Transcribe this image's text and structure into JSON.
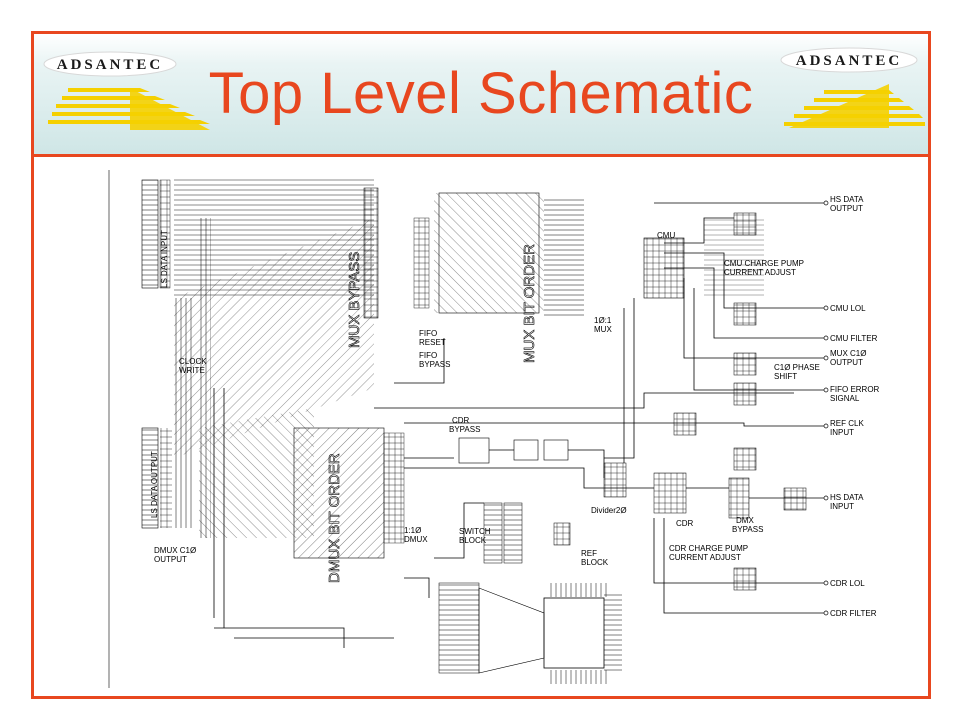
{
  "slide": {
    "title": "Top Level Schematic",
    "logo_text": "ADSANTEC",
    "colors": {
      "accent": "#e8471f",
      "logo_yellow": "#f5d000",
      "header_bg": "#d4e9e9"
    }
  },
  "schematic": {
    "left_labels": [
      {
        "id": "ls-data-input",
        "text": "LS DATA INPUT"
      },
      {
        "id": "clock-write",
        "lines": [
          "CLOCK",
          "WRITE"
        ]
      },
      {
        "id": "ls-data-output",
        "text": "LS DATA OUTPUT"
      },
      {
        "id": "dmux-c10-output",
        "lines": [
          "DMUX C1Ø",
          "OUTPUT"
        ]
      }
    ],
    "block_labels": [
      {
        "id": "mux-bypass",
        "text": "MUX BYPASS"
      },
      {
        "id": "mux-bit-order",
        "text": "MUX BIT ORDER"
      },
      {
        "id": "dmux-bit-order",
        "text": "DMUX BIT ORDER"
      },
      {
        "id": "fifo-reset",
        "lines": [
          "FIFO",
          "RESET"
        ]
      },
      {
        "id": "fifo-bypass",
        "lines": [
          "FIFO",
          "BYPASS"
        ]
      },
      {
        "id": "mux-10-1",
        "lines": [
          "1Ø:1",
          "MUX"
        ]
      },
      {
        "id": "cmu",
        "text": "CMU"
      },
      {
        "id": "cmu-charge-pump",
        "lines": [
          "CMU CHARGE PUMP",
          "CURRENT ADJUST"
        ]
      },
      {
        "id": "cdr-bypass",
        "lines": [
          "CDR",
          "BYPASS"
        ]
      },
      {
        "id": "dmux-1-10",
        "lines": [
          "1:1Ø",
          "DMUX"
        ]
      },
      {
        "id": "switch-block",
        "lines": [
          "SWITCH",
          "BLOCK"
        ]
      },
      {
        "id": "ref-block",
        "lines": [
          "REF",
          "BLOCK"
        ]
      },
      {
        "id": "divider20",
        "text": "Divider2Ø"
      },
      {
        "id": "cdr",
        "text": "CDR"
      },
      {
        "id": "dmx-bypass",
        "lines": [
          "DMX",
          "BYPASS"
        ]
      },
      {
        "id": "cdr-charge-pump",
        "lines": [
          "CDR CHARGE PUMP",
          "CURRENT ADJUST"
        ]
      }
    ],
    "right_labels": [
      {
        "id": "hs-data-output",
        "lines": [
          "HS DATA",
          "OUTPUT"
        ]
      },
      {
        "id": "cmu-lol",
        "text": "CMU LOL"
      },
      {
        "id": "cmu-filter",
        "text": "CMU FILTER"
      },
      {
        "id": "mux-c10-output",
        "lines": [
          "MUX C1Ø",
          "OUTPUT"
        ]
      },
      {
        "id": "c10-phase-shift",
        "lines": [
          "C1Ø PHASE",
          "SHIFT"
        ]
      },
      {
        "id": "fifo-error-signal",
        "lines": [
          "FIFO ERROR",
          "SIGNAL"
        ]
      },
      {
        "id": "ref-clk-input",
        "lines": [
          "REF CLK",
          "INPUT"
        ]
      },
      {
        "id": "hs-data-input",
        "lines": [
          "HS DATA",
          "INPUT"
        ]
      },
      {
        "id": "cdr-lol",
        "text": "CDR LOL"
      },
      {
        "id": "cdr-filter",
        "text": "CDR FILTER"
      }
    ]
  }
}
